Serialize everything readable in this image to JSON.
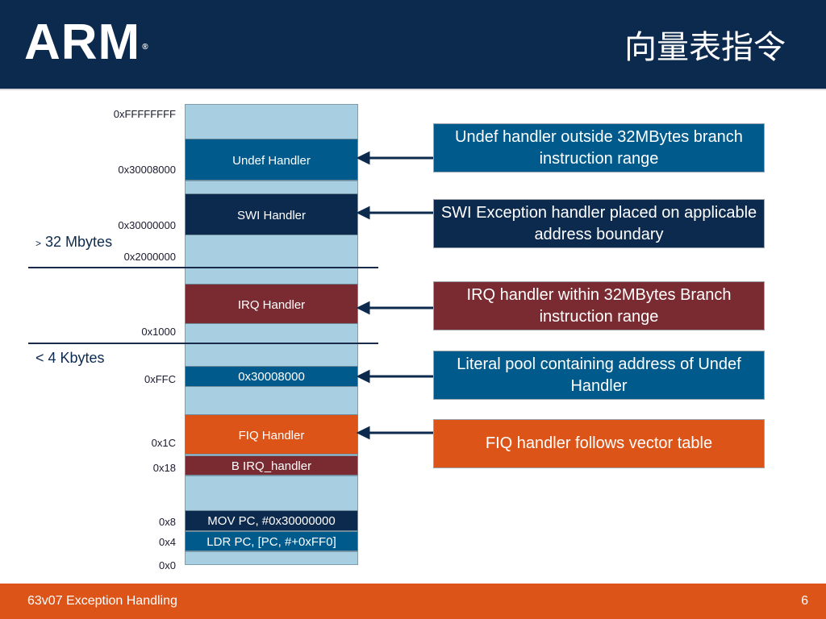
{
  "header": {
    "logo": "ARM",
    "logo_mark": "®",
    "title": "向量表指令"
  },
  "memory": {
    "segments": {
      "undef": "Undef Handler",
      "swi": "SWI Handler",
      "irq": "IRQ Handler",
      "literal": "0x30008000",
      "fiq": "FIQ Handler",
      "b_irq": "B IRQ_handler",
      "mov": "MOV PC, #0x30000000",
      "ldr": "LDR PC, [PC, #+0xFF0]"
    },
    "addresses": {
      "a_ffffffff": "0xFFFFFFFF",
      "a_30008000": "0x30008000",
      "a_30000000": "0x30000000",
      "a_2000000": "0x2000000",
      "a_1000": "0x1000",
      "a_ffc": "0xFFC",
      "a_1c": "0x1C",
      "a_18": "0x18",
      "a_8": "0x8",
      "a_4": "0x4",
      "a_0": "0x0"
    },
    "size_labels": {
      "gt_symbol": ">",
      "gt_32": "32 Mbytes",
      "lt_4k": "< 4 Kbytes"
    }
  },
  "callouts": {
    "undef": "Undef handler outside 32MBytes branch instruction range",
    "swi": "SWI Exception handler placed on applicable address boundary",
    "irq": "IRQ handler within 32MBytes Branch instruction range",
    "literal": "Literal pool containing address of Undef Handler",
    "fiq": "FIQ handler follows vector table"
  },
  "colors": {
    "header_bg": "#0c2a4d",
    "light_blue": "#a7cfe1",
    "blue": "#005b8c",
    "navy": "#0c2a4d",
    "maroon": "#7a2b31",
    "orange": "#dd5418",
    "footer_bg": "#dd5418"
  },
  "footer": {
    "left": "63v07 Exception Handling",
    "page": "6"
  }
}
